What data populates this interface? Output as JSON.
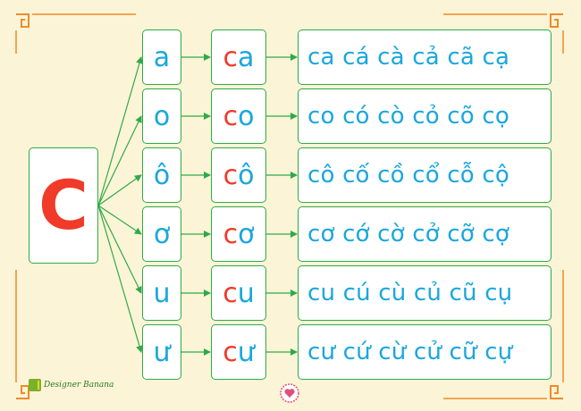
{
  "main_letter": "C",
  "rows": [
    {
      "vowel": "a",
      "consonant": "c",
      "syllable_vowel": "a",
      "tones": "ca cá cà cả cã cạ"
    },
    {
      "vowel": "o",
      "consonant": "c",
      "syllable_vowel": "o",
      "tones": "co có cò cỏ cõ cọ"
    },
    {
      "vowel": "ô",
      "consonant": "c",
      "syllable_vowel": "ô",
      "tones": "cô cố cồ cổ cỗ cộ"
    },
    {
      "vowel": "ơ",
      "consonant": "c",
      "syllable_vowel": "ơ",
      "tones": "cơ cớ cờ cở cỡ cợ"
    },
    {
      "vowel": "u",
      "consonant": "c",
      "syllable_vowel": "u",
      "tones": "cu cú cù củ cũ cụ"
    },
    {
      "vowel": "ư",
      "consonant": "c",
      "syllable_vowel": "ư",
      "tones": "cư cứ cừ cử cữ cự"
    }
  ],
  "brand": "Designer Banana",
  "colors": {
    "background": "#fcf4d6",
    "border": "#2eaa4a",
    "consonant": "#f03a2a",
    "vowel": "#1aa7dd",
    "ornament": "#f08a2a"
  }
}
